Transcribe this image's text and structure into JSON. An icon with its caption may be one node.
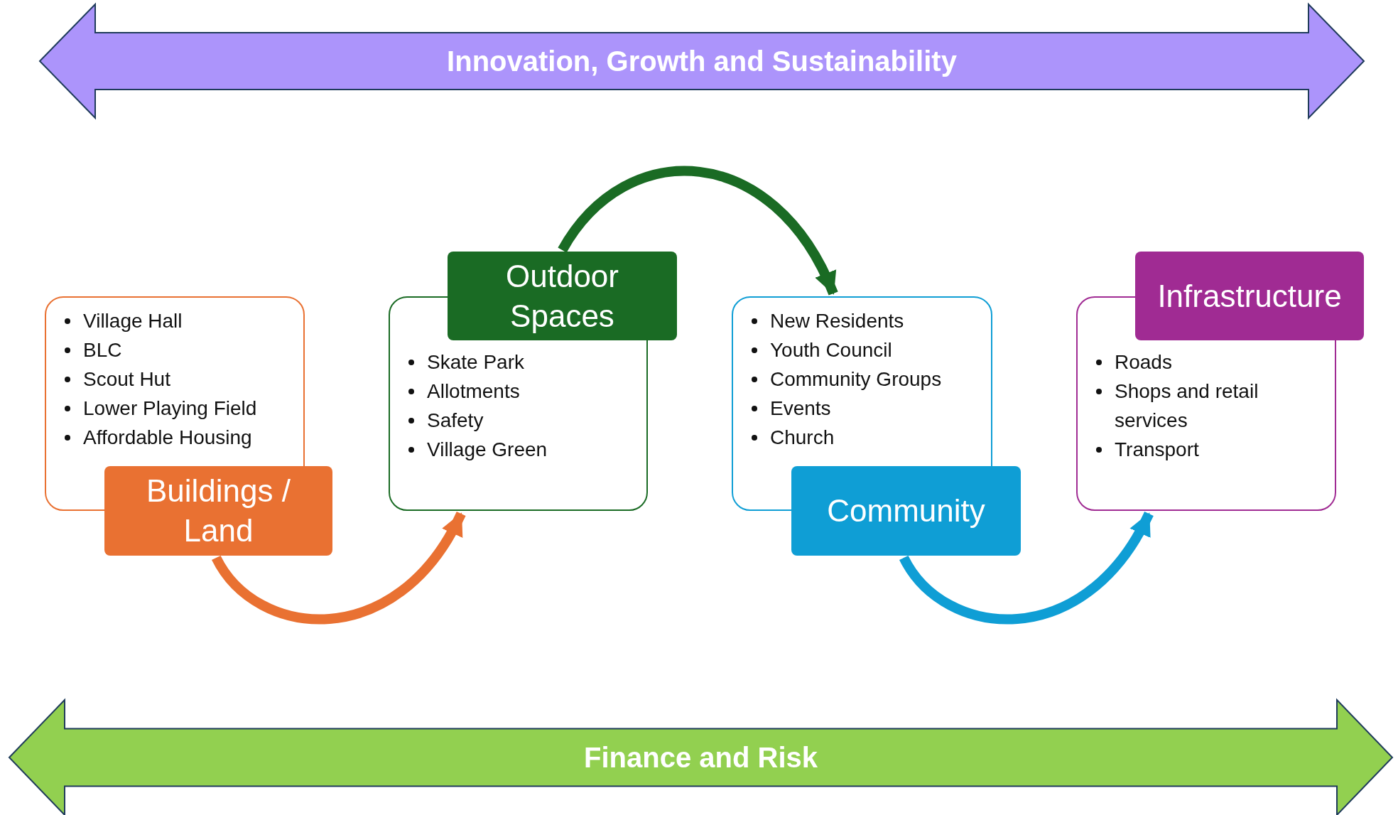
{
  "diagram": {
    "nodes": [
      {
        "text": [
          "Innovation, Growth and Sustainability"
        ]
      },
      {
        "text": [
          "Buildings / Land",
          "Village Hall",
          "BLC",
          "Scout Hut",
          "Lower Playing Field",
          "Affordable Housing"
        ]
      },
      {
        "text": [
          "Outdoor Spaces",
          "Skate Park",
          "Allotments",
          "Safety",
          "Village Green"
        ]
      },
      {
        "text": [
          "Community",
          "New Residents",
          "Youth Council",
          "Community Groups",
          "Events",
          "Church"
        ]
      },
      {
        "text": [
          "Infrastructure",
          "Roads",
          "Shops and retail services",
          "Transport"
        ]
      },
      {
        "text": [
          "Finance and Risk"
        ]
      }
    ],
    "edges": [
      {
        "from": 1,
        "to": 2,
        "arrow": "to",
        "color": "#e97132"
      },
      {
        "from": 2,
        "to": 3,
        "arrow": "to",
        "color": "#1a6b24"
      },
      {
        "from": 3,
        "to": 4,
        "arrow": "to",
        "color": "#0f9ed5"
      }
    ]
  }
}
